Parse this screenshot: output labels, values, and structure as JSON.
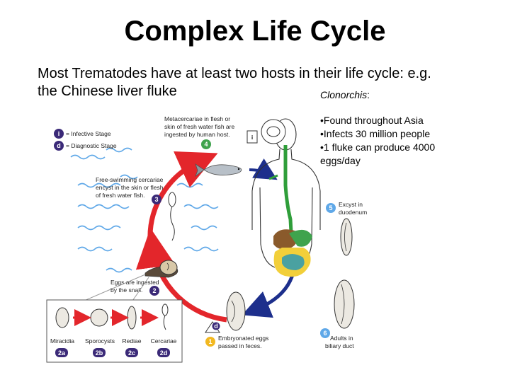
{
  "title": "Complex Life Cycle",
  "intro": "Most Trematodes have at least two hosts in their life cycle: e.g. the Chinese liver fluke",
  "side": {
    "genus": "Clonorchis",
    "colon": ":",
    "facts": [
      "•Found throughout Asia",
      "•Infects 30 million people",
      "•1 fluke can produce 4000 eggs/day"
    ]
  },
  "legend": {
    "infective": "= Infective Stage",
    "diagnostic": "= Diagnostic Stage",
    "i": "i",
    "d": "d"
  },
  "stages": {
    "s1": {
      "num": "1",
      "lines": [
        "Embryonated eggs",
        "passed in feces."
      ]
    },
    "s2": {
      "num": "2",
      "lines": [
        "Eggs are ingested",
        "by the snail."
      ]
    },
    "s3": {
      "num": "3",
      "lines": [
        "Free-swimming cercariae",
        "encyst in the skin or flesh",
        "of fresh water fish."
      ]
    },
    "s4": {
      "num": "4",
      "lines": [
        "Metacercariae in flesh or",
        "skin of fresh water fish are",
        "ingested by human host."
      ]
    },
    "s5": {
      "num": "5",
      "lines": [
        "Excyst in",
        "duodenum"
      ]
    },
    "s6": {
      "num": "6",
      "lines": [
        "Adults in",
        "biliary duct"
      ]
    }
  },
  "snail_stages": [
    {
      "name": "Miracidia",
      "code": "2a"
    },
    {
      "name": "Sporocysts",
      "code": "2b"
    },
    {
      "name": "Rediae",
      "code": "2c"
    },
    {
      "name": "Cercariae",
      "code": "2d"
    }
  ],
  "colors": {
    "badge": "#3b2a78",
    "badge_yellow": "#f2b820",
    "cycle_red": "#e3262b",
    "cycle_blue": "#1d2f8c",
    "water": "#5fa8e8"
  }
}
